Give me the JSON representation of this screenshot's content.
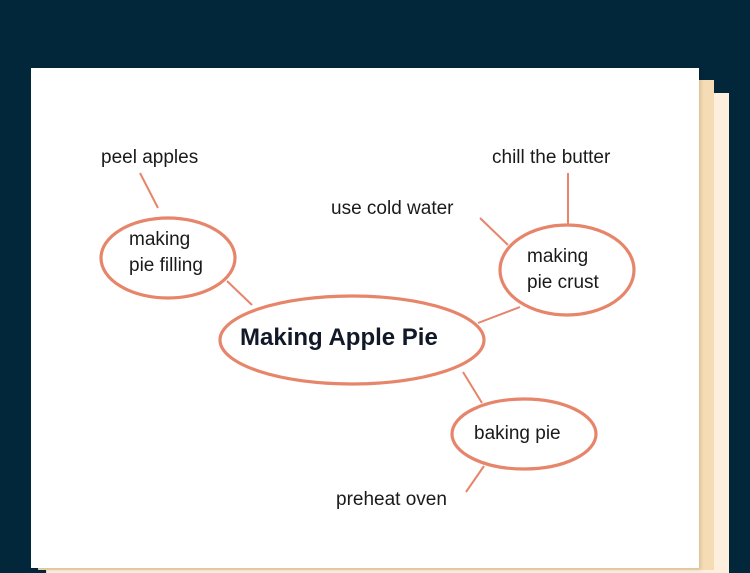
{
  "mind_map": {
    "central_topic": "Making Apple Pie",
    "branches": [
      {
        "id": "filling",
        "line1": "making",
        "line2": "pie filling",
        "details": [
          "peel apples"
        ]
      },
      {
        "id": "crust",
        "line1": "making",
        "line2": "pie crust",
        "details": [
          "use cold water",
          "chill the butter"
        ]
      },
      {
        "id": "baking",
        "label": "baking pie",
        "details": [
          "preheat oven"
        ]
      }
    ]
  },
  "colors": {
    "background": "#03273a",
    "node_outline": "#e7856a",
    "paper": "#ffffff",
    "paper_back": "#f6dcb4"
  }
}
